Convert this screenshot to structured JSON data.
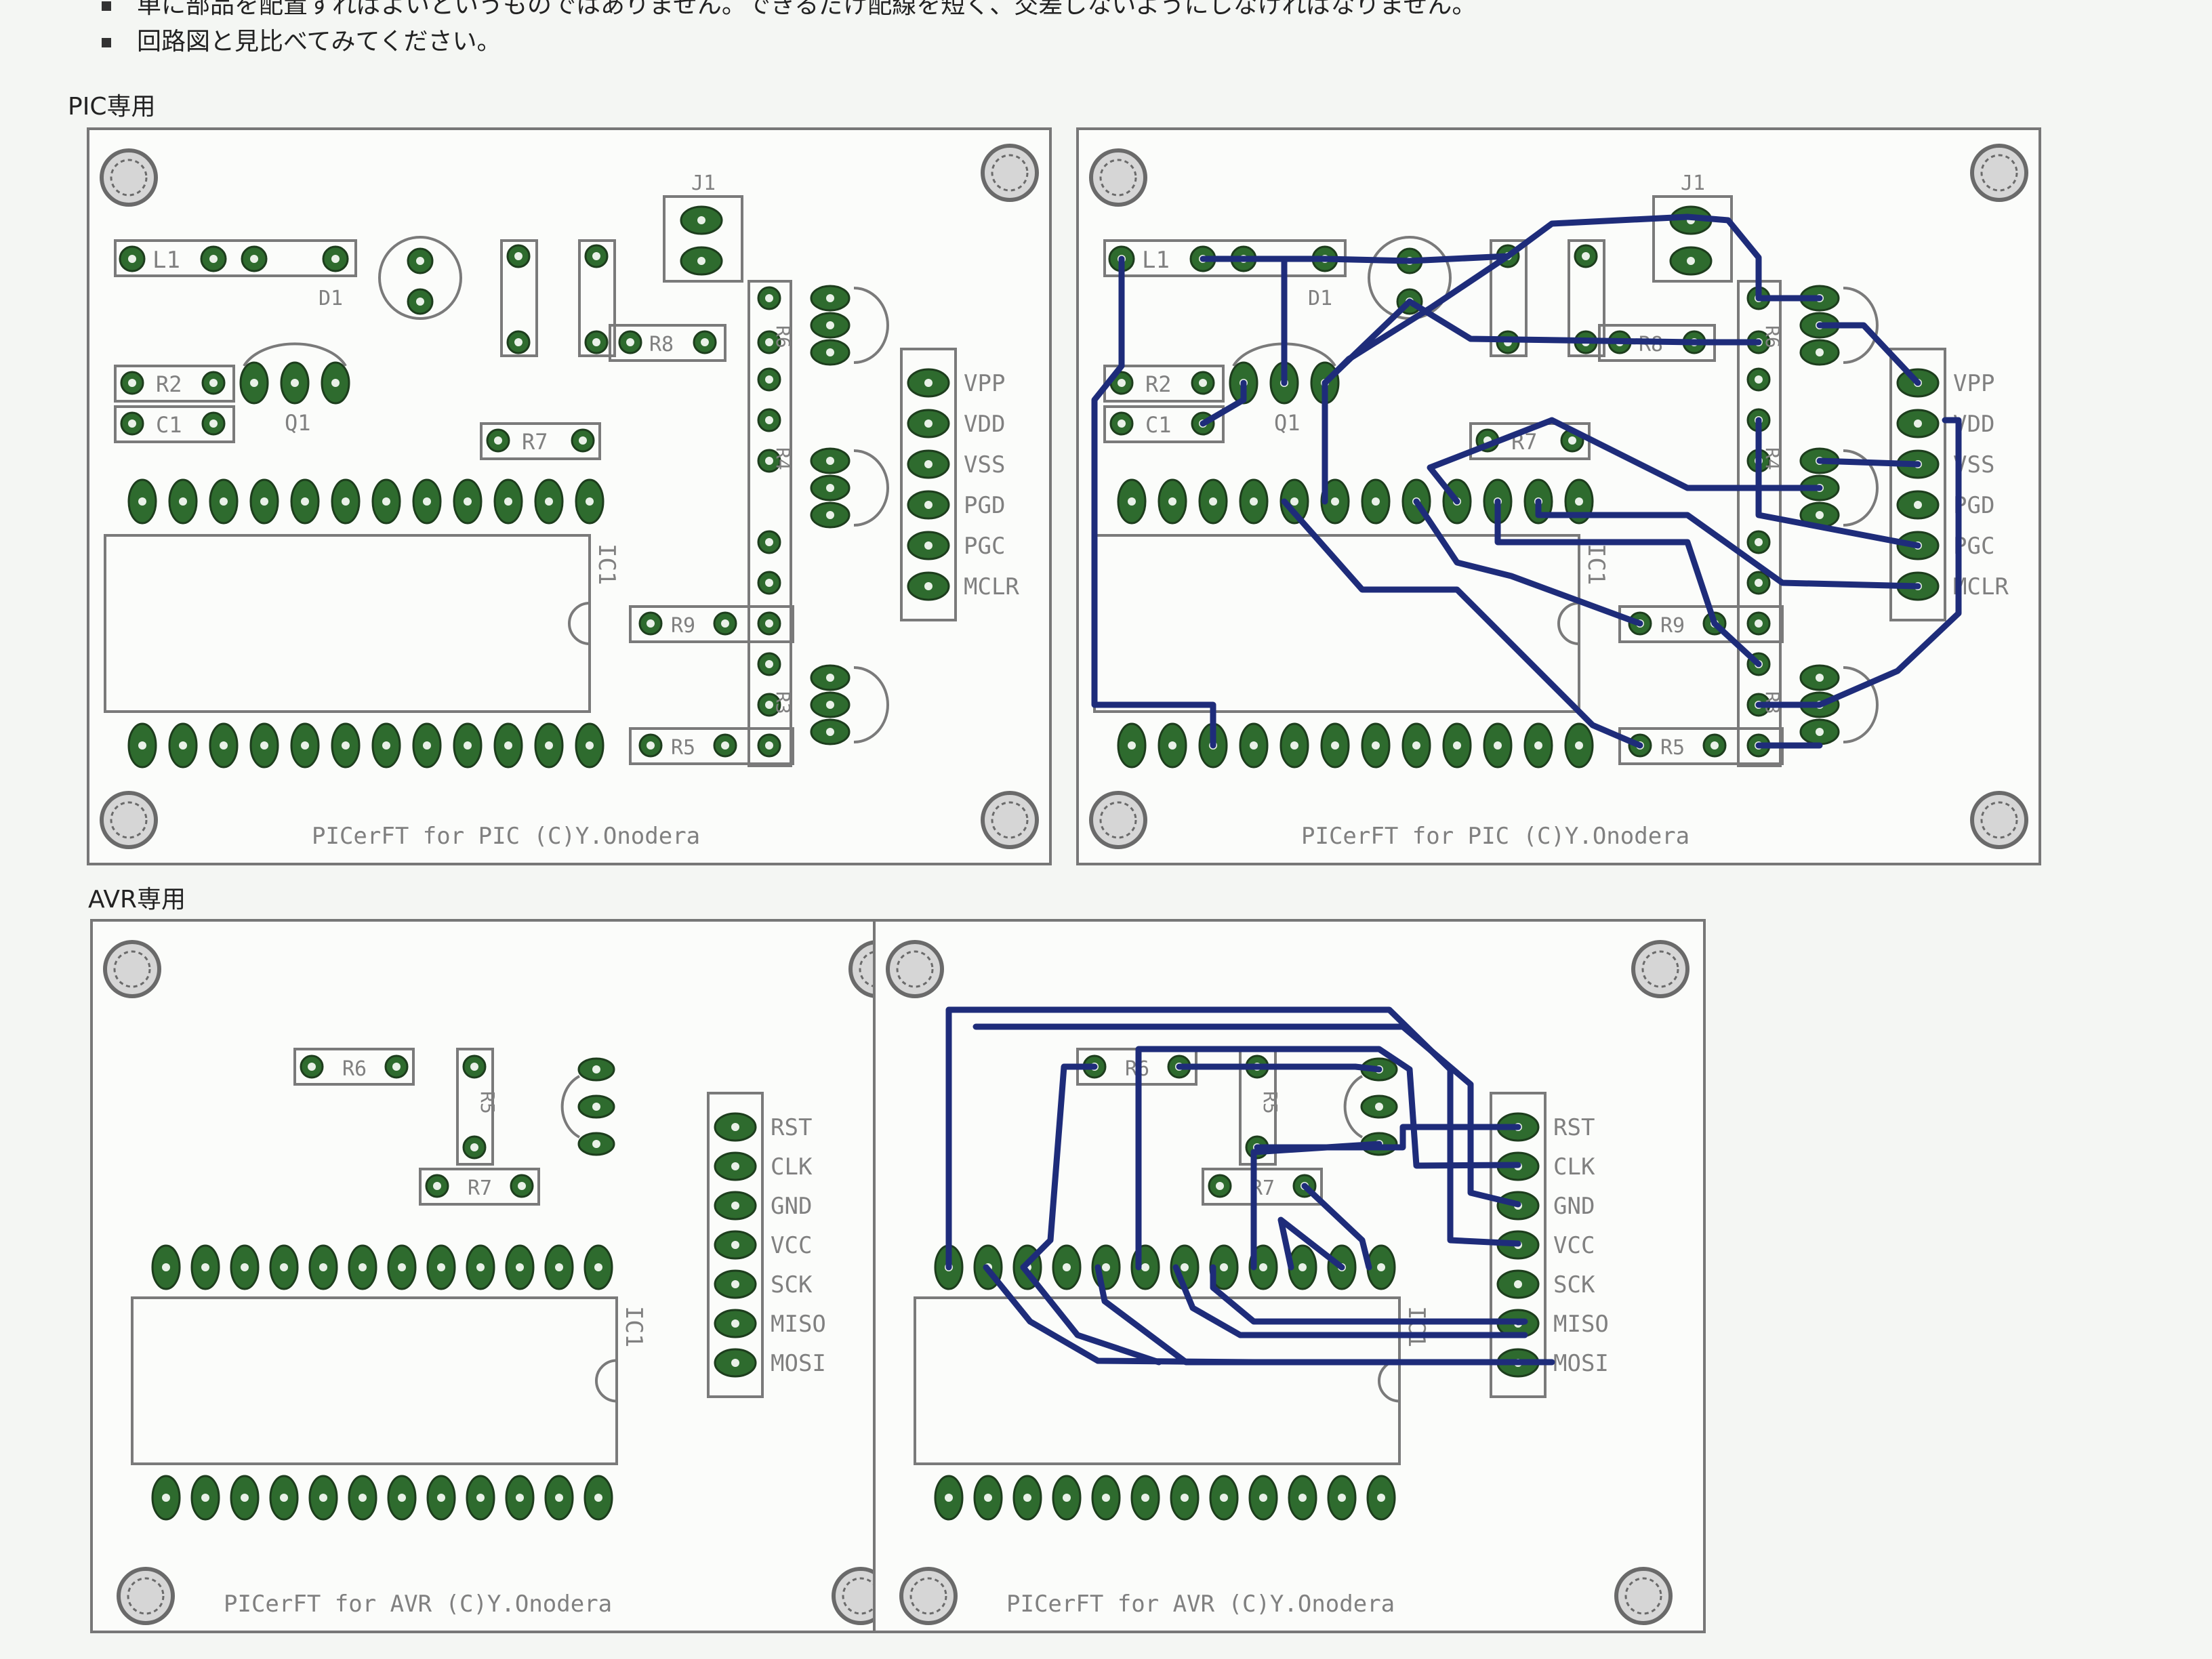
{
  "bullets": [
    "単に部品を配置すればよいというものではありません。できるだけ配線を短く、交差しないようにしなければなりません。",
    "回路図と見比べてみてください。"
  ],
  "sections": {
    "pic_label": "PIC専用",
    "avr_label": "AVR専用"
  },
  "pic_board": {
    "footer": "PICerFT for PIC (C)Y.Onodera",
    "ic_label": "IC1",
    "header_labels": [
      "VPP",
      "VDD",
      "VSS",
      "PGD",
      "PGC",
      "MCLR"
    ],
    "part_labels": [
      "L1",
      "D1",
      "J1",
      "R2",
      "C1",
      "Q1",
      "R7",
      "R8",
      "R9",
      "R6",
      "R5",
      "R3",
      "R4"
    ]
  },
  "avr_board": {
    "footer": "PICerFT for AVR (C)Y.Onodera",
    "ic_label": "IC1",
    "header_labels": [
      "RST",
      "CLK",
      "GND",
      "VCC",
      "SCK",
      "MISO",
      "MOSI"
    ],
    "part_labels": [
      "R6",
      "R5",
      "R7"
    ]
  },
  "colors": {
    "pad": "#2e6b2e",
    "trace": "#1e2c7a",
    "outline": "#7a7a7a",
    "board": "#fbfcfa"
  }
}
